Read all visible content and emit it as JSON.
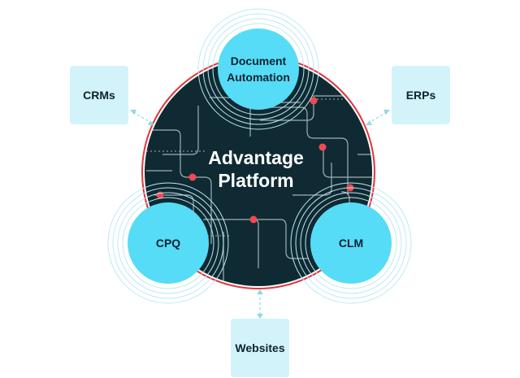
{
  "platform": {
    "line1": "Advantage",
    "line2": "Platform"
  },
  "nodes": {
    "doc_line1": "Document",
    "doc_line2": "Automation",
    "cpq": "CPQ",
    "clm": "CLM"
  },
  "integrations": {
    "crms": "CRMs",
    "erps": "ERPs",
    "websites": "Websites"
  },
  "colors": {
    "node_fill": "#56dcf7",
    "box_fill": "#d3f3fb",
    "platform_fill": "#0f2a33",
    "ring": "#e0363c",
    "circuit_line": "#b7c4c8",
    "circuit_dot": "#f04a50",
    "text_dark": "#0d2230"
  }
}
